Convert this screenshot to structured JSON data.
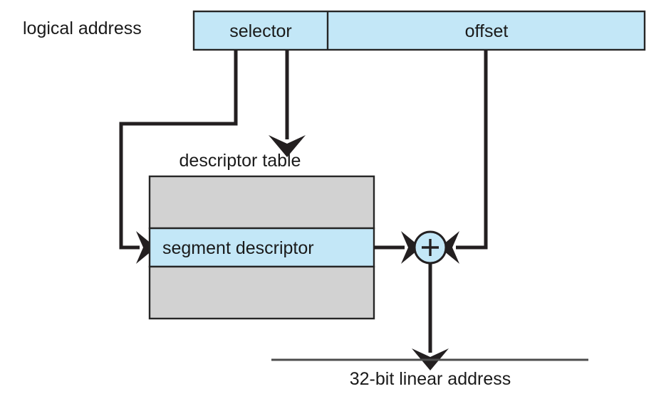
{
  "diagram": {
    "title": "logical-to-linear address translation",
    "colors": {
      "field_blue": "#c3e7f7",
      "table_gray": "#d2d2d2",
      "stroke_dark": "#231f20",
      "rule_gray": "#4d4d4d",
      "text": "#1a1a1a",
      "background": "#ffffff"
    },
    "labels": {
      "logical_address": "logical address",
      "descriptor_table": "descriptor table",
      "linear_address": "32-bit linear address"
    },
    "logical_address_fields": [
      {
        "name": "selector",
        "label": "selector"
      },
      {
        "name": "offset",
        "label": "offset"
      }
    ],
    "descriptor_table_rows": [
      {
        "name": "empty-row-top",
        "label": "",
        "fill": "gray"
      },
      {
        "name": "segment-descriptor",
        "label": "segment descriptor",
        "fill": "blue"
      },
      {
        "name": "empty-row-bottom",
        "label": "",
        "fill": "gray"
      }
    ],
    "adder": {
      "name": "adder",
      "symbol": "+"
    },
    "connections": [
      {
        "name": "selector-to-segment-descriptor",
        "from": "selector",
        "to": "segment descriptor"
      },
      {
        "name": "selector-to-descriptor-table",
        "from": "selector",
        "to": "descriptor table"
      },
      {
        "name": "segment-descriptor-to-adder",
        "from": "segment descriptor",
        "to": "adder"
      },
      {
        "name": "offset-to-adder",
        "from": "offset",
        "to": "adder"
      },
      {
        "name": "adder-to-linear-address",
        "from": "adder",
        "to": "32-bit linear address"
      }
    ]
  }
}
